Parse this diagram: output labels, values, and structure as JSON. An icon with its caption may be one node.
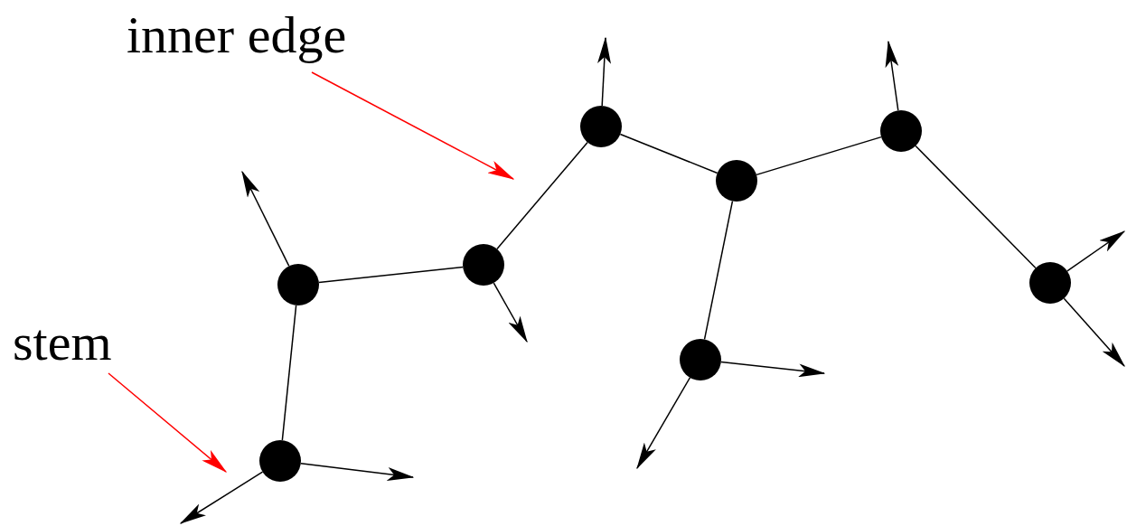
{
  "diagram": {
    "nodes": [
      {
        "text": [],
        "shape": "circle"
      },
      {
        "text": [],
        "shape": "circle"
      },
      {
        "text": [],
        "shape": "circle"
      },
      {
        "text": [],
        "shape": "circle"
      },
      {
        "text": [],
        "shape": "circle"
      },
      {
        "text": [],
        "shape": "circle"
      },
      {
        "text": [],
        "shape": "circle"
      },
      {
        "text": [],
        "shape": "circle"
      },
      {
        "text": [
          "inner edge"
        ]
      },
      {
        "text": [
          "stem"
        ]
      }
    ],
    "edges": [
      {
        "from": 4,
        "to": 3,
        "arrow": "none"
      },
      {
        "from": 3,
        "to": 0,
        "arrow": "none"
      },
      {
        "from": 0,
        "to": 2,
        "arrow": "none"
      },
      {
        "from": 2,
        "to": 1,
        "arrow": "none"
      },
      {
        "from": 1,
        "to": 5,
        "arrow": "none"
      },
      {
        "from": 2,
        "to": 6,
        "arrow": "none"
      },
      {
        "from": 4,
        "to": 7,
        "arrow": "none"
      },
      {
        "from": 0,
        "to": null,
        "arrow": "to"
      },
      {
        "from": 1,
        "to": null,
        "arrow": "to"
      },
      {
        "from": 4,
        "to": null,
        "arrow": "to"
      },
      {
        "from": 3,
        "to": null,
        "arrow": "to"
      },
      {
        "from": 5,
        "to": null,
        "arrow": "to"
      },
      {
        "from": 5,
        "to": null,
        "arrow": "to"
      },
      {
        "from": 6,
        "to": null,
        "arrow": "to"
      },
      {
        "from": 6,
        "to": null,
        "arrow": "to"
      },
      {
        "from": 7,
        "to": null,
        "arrow": "to"
      },
      {
        "from": 7,
        "to": null,
        "arrow": "to"
      },
      {
        "from": 8,
        "to": null,
        "arrow": "to",
        "color": "#ff0000"
      },
      {
        "from": 9,
        "to": null,
        "arrow": "to",
        "color": "#ff0000"
      }
    ]
  }
}
